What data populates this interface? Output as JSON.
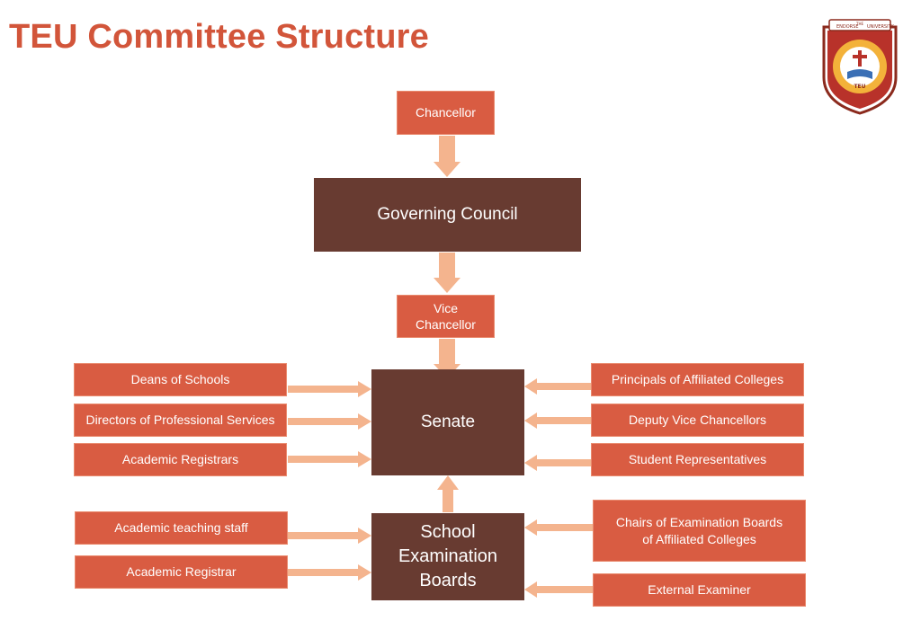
{
  "title": "TEU Committee Structure",
  "logo": {
    "top_text_left": "ENDORSE",
    "top_text_mid": "THE",
    "top_text_right": "UNIVERSITY",
    "center_text": "TEU"
  },
  "colors": {
    "title": "#d2553a",
    "box_orange": "#d95c42",
    "box_brown": "#683b31",
    "arrow": "#f4b48e"
  },
  "nodes": {
    "chancellor": "Chancellor",
    "governing_council": "Governing Council",
    "vice_chancellor": "Vice\nChancellor",
    "senate": "Senate",
    "school_exam_boards": "School\nExamination\nBoards",
    "senate_left": [
      "Deans of Schools",
      "Directors of Professional Services",
      "Academic Registrars"
    ],
    "senate_right": [
      "Principals of Affiliated Colleges",
      "Deputy Vice Chancellors",
      "Student Representatives"
    ],
    "boards_left": [
      "Academic teaching staff",
      "Academic Registrar"
    ],
    "boards_right": [
      "Chairs of Examination Boards\nof Affiliated Colleges",
      "External Examiner"
    ]
  }
}
